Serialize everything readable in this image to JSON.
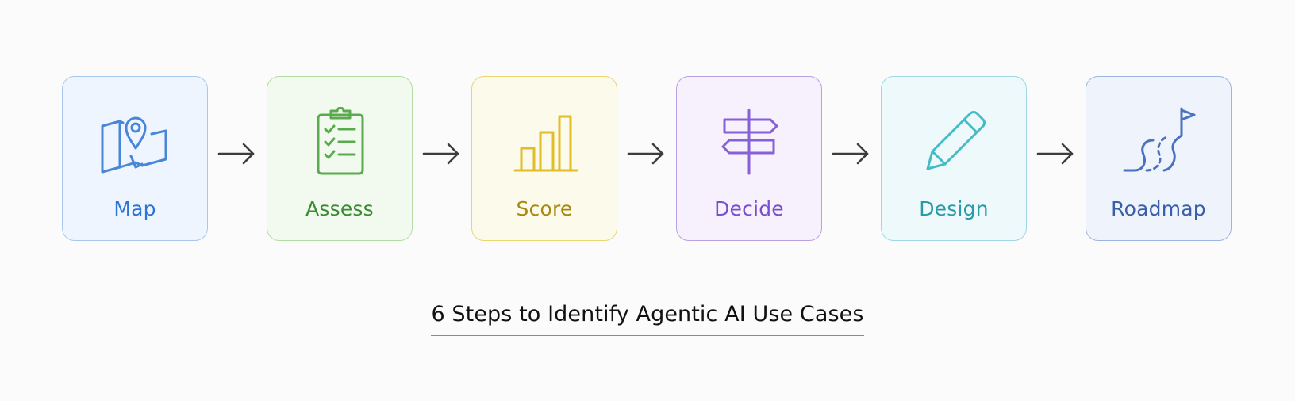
{
  "steps": [
    {
      "label": "Map",
      "icon": "map-pin-icon",
      "color": "#2c74d6"
    },
    {
      "label": "Assess",
      "icon": "clipboard-checklist-icon",
      "color": "#3a8a32"
    },
    {
      "label": "Score",
      "icon": "bar-chart-icon",
      "color": "#a8880e"
    },
    {
      "label": "Decide",
      "icon": "signpost-icon",
      "color": "#7a4fcf"
    },
    {
      "label": "Design",
      "icon": "pencil-icon",
      "color": "#2b9aa8"
    },
    {
      "label": "Roadmap",
      "icon": "winding-road-flag-icon",
      "color": "#3a5fa8"
    }
  ],
  "caption": "6 Steps to Identify Agentic AI Use Cases",
  "colors": {
    "arrow": "#3d3d3d",
    "caption_text": "#111111"
  }
}
